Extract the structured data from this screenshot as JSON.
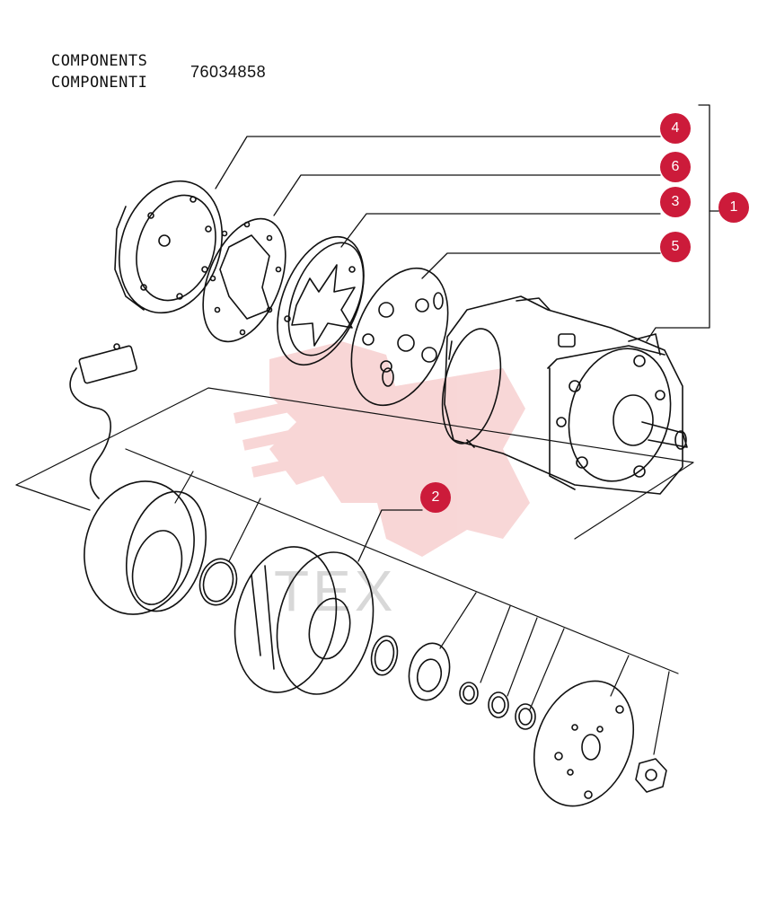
{
  "header": {
    "line1": "COMPONENTS",
    "line2": "COMPONENTI",
    "part_number": "76034858"
  },
  "watermark": {
    "text": "TEX"
  },
  "accent_color": "#cc1b3a",
  "callouts": [
    {
      "id": "4",
      "label": "4"
    },
    {
      "id": "6",
      "label": "6"
    },
    {
      "id": "3",
      "label": "3"
    },
    {
      "id": "5",
      "label": "5"
    },
    {
      "id": "1",
      "label": "1"
    },
    {
      "id": "2",
      "label": "2"
    }
  ]
}
